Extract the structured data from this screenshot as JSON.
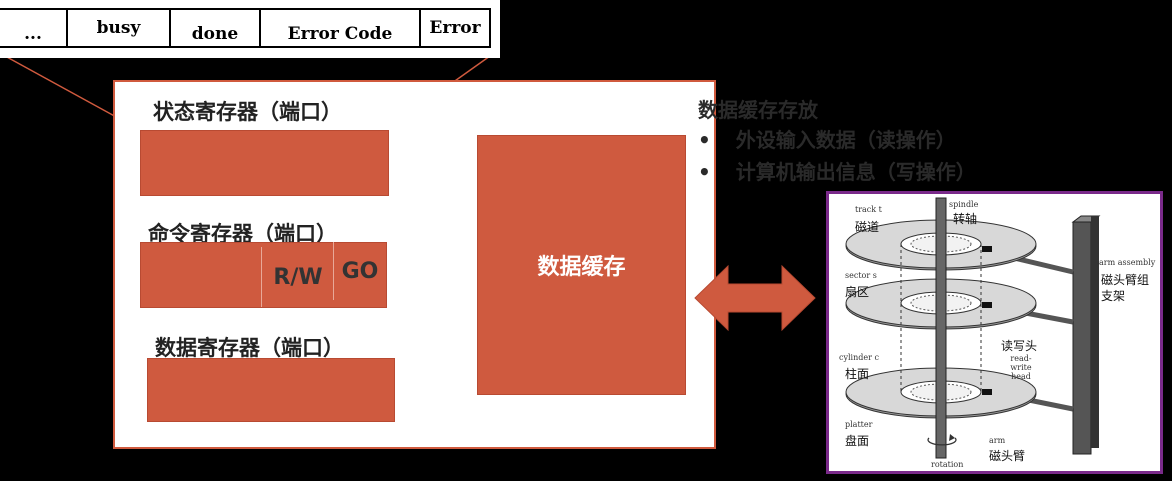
{
  "status_bits": [
    "...",
    "busy",
    "done",
    "Error Code",
    "Error"
  ],
  "controller": {
    "status_register_label": "状态寄存器（端口）",
    "command_register_label": "命令寄存器（端口）",
    "command_fields": [
      "R/W",
      "GO"
    ],
    "data_register_label": "数据寄存器（端口）",
    "data_buffer_label": "数据缓存"
  },
  "notes": {
    "title": "数据缓存存放",
    "bullets": [
      "外设输入数据（读操作）",
      "计算机输出信息（写操作）"
    ]
  },
  "disk_figure": {
    "spindle_en": "spindle",
    "spindle_cn": "转轴",
    "track_en": "track t",
    "track_cn": "磁道",
    "sector_en": "sector s",
    "sector_cn": "扇区",
    "cylinder_en": "cylinder c",
    "cylinder_cn": "柱面",
    "platter_en": "platter",
    "platter_cn": "盘面",
    "rotation_en": "rotation",
    "arm_en": "arm",
    "arm_cn": "磁头臂",
    "head_en": "read-write head",
    "head_cn": "读写头",
    "assembly_en": "arm assembly",
    "assembly_cn": "磁头臂组支架"
  },
  "colors": {
    "register_fill": "#cf5a3f",
    "figure_border": "#7a2a8a"
  }
}
